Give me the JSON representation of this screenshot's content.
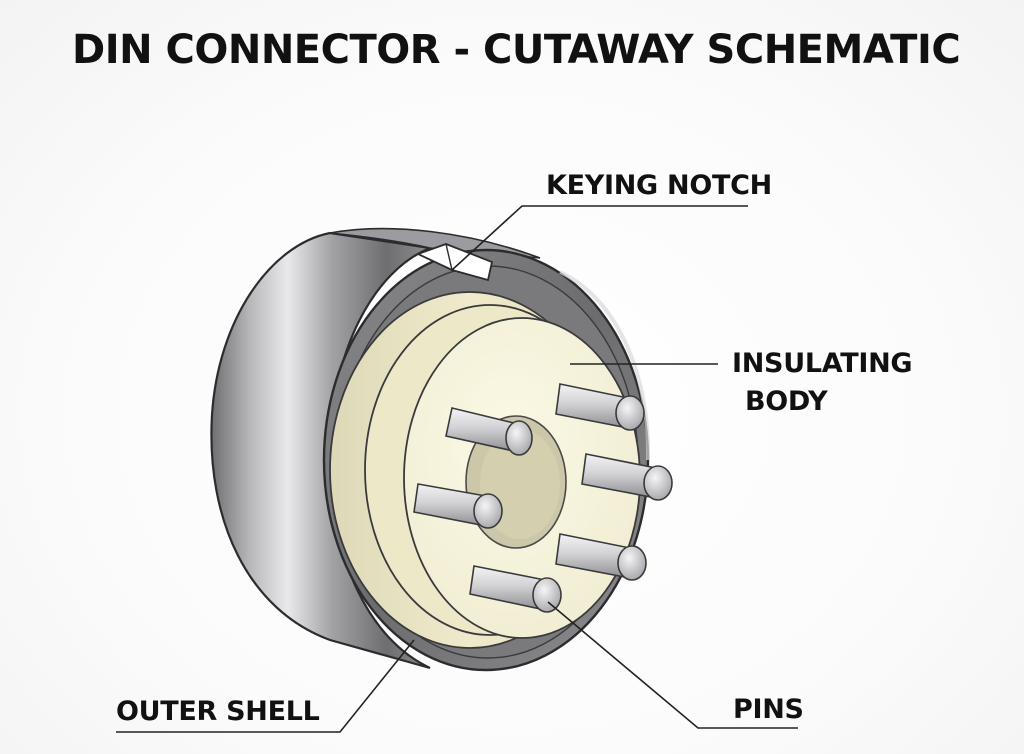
{
  "title": "DIN CONNECTOR - CUTAWAY SCHEMATIC",
  "labels": {
    "keying_notch": "KEYING NOTCH",
    "insulating_body_line1": "INSULATING",
    "insulating_body_line2": "BODY",
    "outer_shell": "OUTER SHELL",
    "pins": "PINS"
  },
  "colors": {
    "shell_metal": "#a9a9ab",
    "insulator": "#f4f0d6",
    "pin_metal": "#c8c8ca",
    "text": "#111111"
  }
}
